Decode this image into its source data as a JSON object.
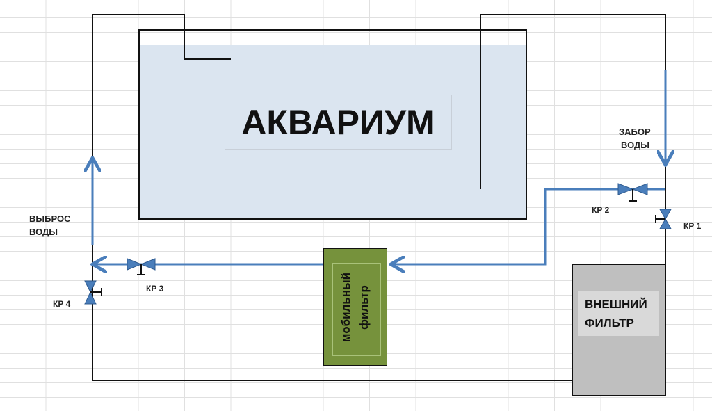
{
  "aquarium": {
    "label": "АКВАРИУМ"
  },
  "intake": {
    "line1": "ЗАБОР",
    "line2": "ВОДЫ"
  },
  "discharge": {
    "line1": "ВЫБРОС",
    "line2": "ВОДЫ"
  },
  "valves": {
    "kr1": "КР 1",
    "kr2": "КР 2",
    "kr3": "КР 3",
    "kr4": "КР 4"
  },
  "mobile_filter": {
    "line1": "мобильный",
    "line2": "фильтр"
  },
  "external_filter": {
    "line1": "ВНЕШНИЙ",
    "line2": "ФИЛЬТР"
  },
  "colors": {
    "pipe_blue": "#4a7ebb",
    "water": "#dbe5f0",
    "mobile_filter": "#76923c",
    "external_filter": "#bfbfbf"
  }
}
